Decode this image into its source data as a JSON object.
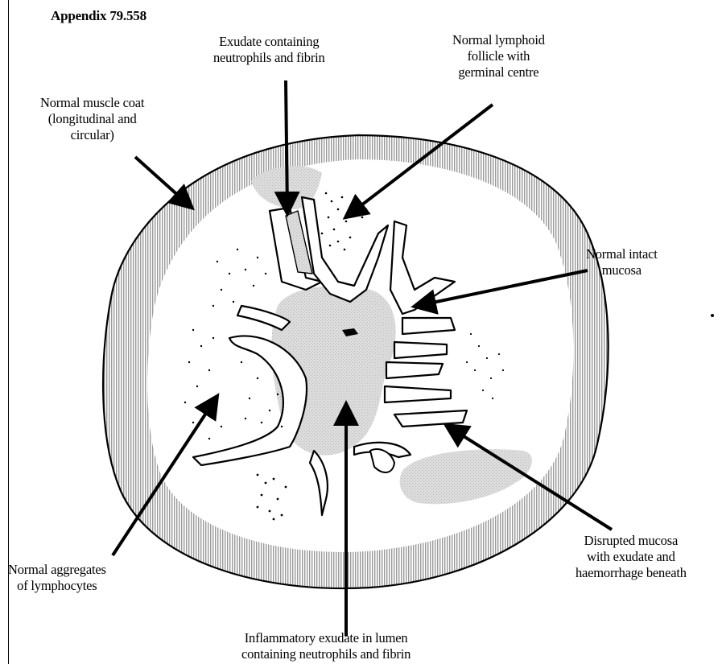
{
  "title": "Appendix 79.558",
  "labels": {
    "exudate_wall": [
      "Exudate containing",
      "neutrophils and fibrin"
    ],
    "lymphoid_follicle": [
      "Normal lymphoid",
      "follicle with",
      "germinal centre"
    ],
    "muscle_coat": [
      "Normal muscle coat",
      "(longitudinal and",
      "circular)"
    ],
    "intact_mucosa": [
      "Normal intact",
      "mucosa"
    ],
    "disrupted_mucosa": [
      "Disrupted mucosa",
      "with exudate and",
      "haemorrhage beneath"
    ],
    "lymph_aggregates": [
      "Normal aggregates",
      "of lymphocytes"
    ],
    "lumen_exudate": [
      "Inflammatory exudate in lumen",
      "containing neutrophils and fibrin"
    ]
  },
  "colors": {
    "muscle_coat": "#c8c8c8",
    "submucosa": "#ffffff",
    "exudate": "#d6d6d6",
    "outline": "#000000"
  }
}
